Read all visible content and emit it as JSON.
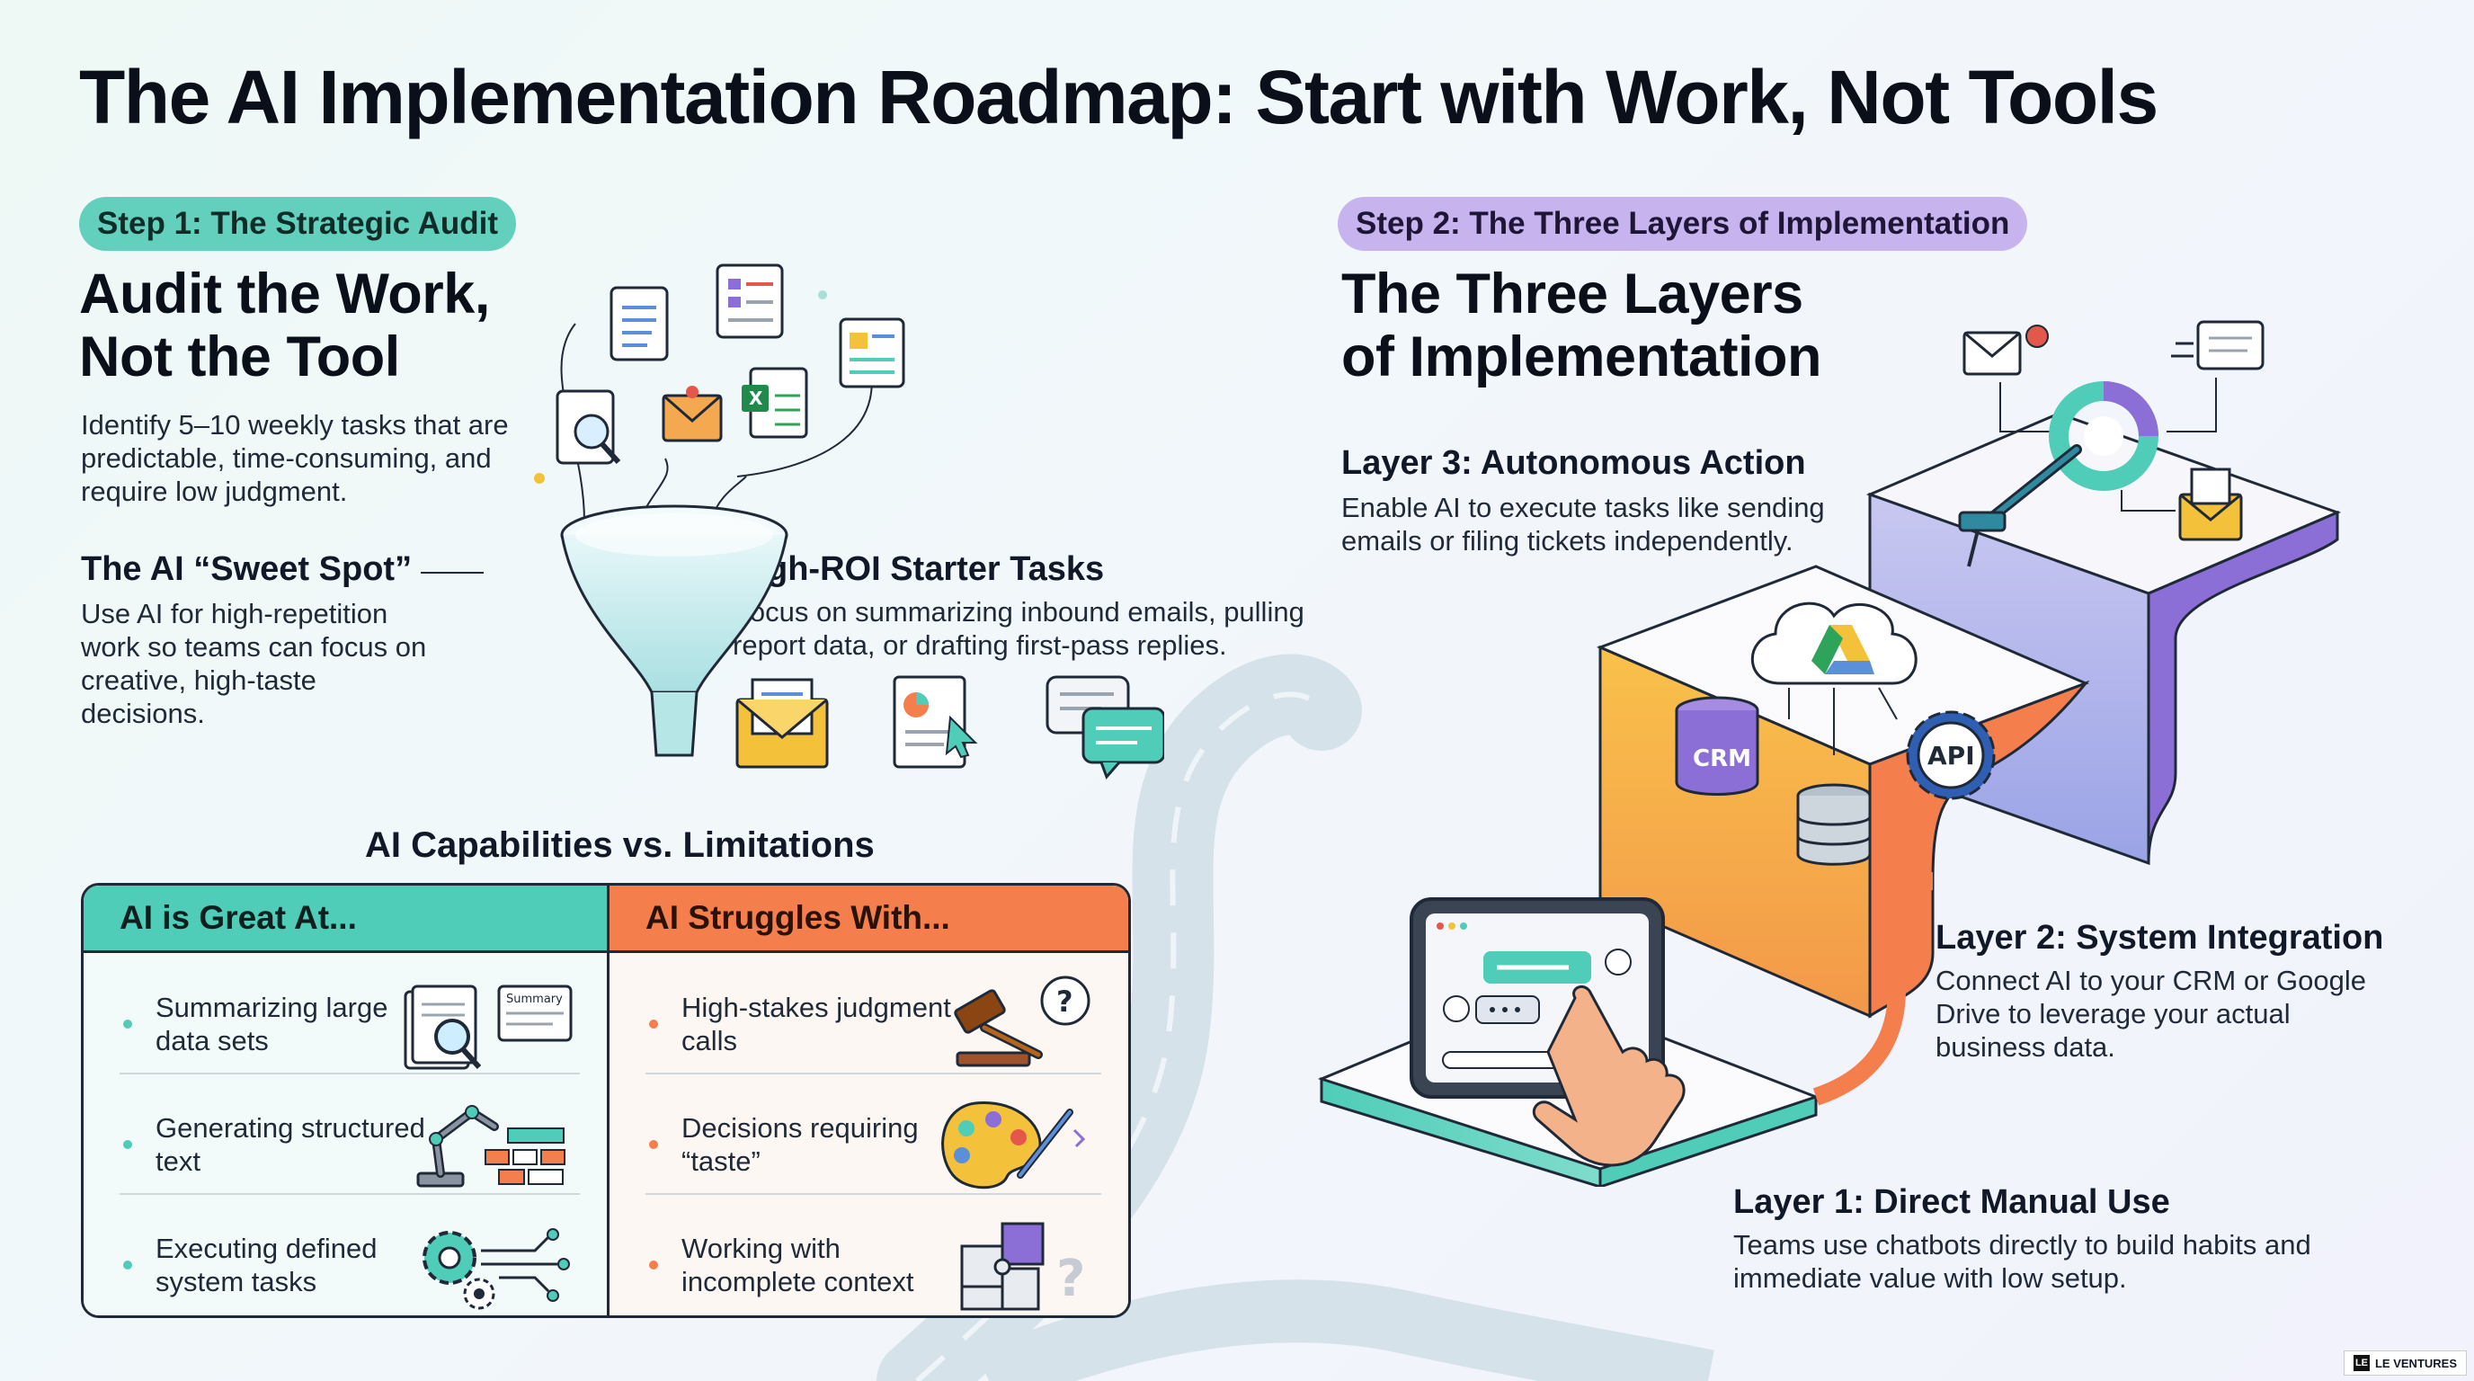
{
  "title": "The AI Implementation Roadmap: Start with Work, Not Tools",
  "step1": {
    "pill": "Step 1: The Strategic Audit",
    "heading_line1": "Audit the Work,",
    "heading_line2": "Not the Tool",
    "intro": "Identify 5–10 weekly tasks that are predictable, time-consuming, and require low judgment.",
    "sweet_spot_title": "The AI “Sweet Spot”",
    "sweet_spot_text": "Use AI for high-repetition work so teams can focus on creative, high-taste decisions.",
    "starter_title": "High-ROI Starter Tasks",
    "starter_text": "Focus on summarizing inbound emails, pulling report data, or drafting first-pass replies."
  },
  "capabilities": {
    "title": "AI Capabilities vs. Limitations",
    "great_header": "AI is Great At...",
    "struggles_header": "AI Struggles With...",
    "great_items": [
      "Summarizing large data sets",
      "Generating structured text",
      "Executing defined system tasks"
    ],
    "struggle_items": [
      "High-stakes judgment calls",
      "Decisions requiring “taste”",
      "Working with incomplete context"
    ],
    "summary_doc_label": "Summary"
  },
  "step2": {
    "pill": "Step 2: The Three Layers of Implementation",
    "heading_line1": "The Three Layers",
    "heading_line2": "of Implementation",
    "layer3_title": "Layer 3: Autonomous Action",
    "layer3_text": "Enable AI to execute tasks like sending emails or filing tickets independently.",
    "layer2_title": "Layer 2: System Integration",
    "layer2_text": "Connect AI to your CRM or Google Drive to leverage your actual business data.",
    "layer1_title": "Layer 1: Direct Manual Use",
    "layer1_text": "Teams use chatbots directly to build habits and immediate value with low setup.",
    "crm_label": "CRM",
    "api_label": "API"
  },
  "brand": {
    "mark": "LE",
    "name": "LE VENTURES"
  },
  "colors": {
    "teal": "#4fcdb8",
    "orange": "#f47f4c",
    "purple": "#9b7be0",
    "yellow": "#f4c13a",
    "ink": "#1f2937"
  }
}
